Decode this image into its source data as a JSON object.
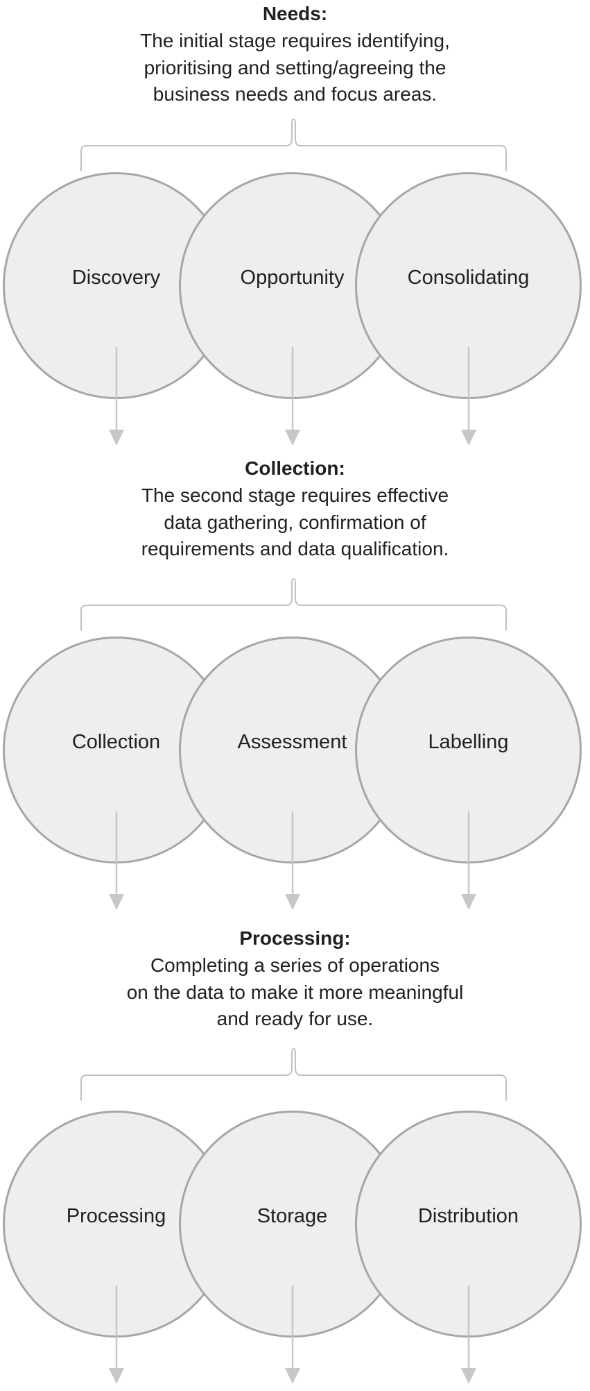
{
  "figure": {
    "type": "process-stage-diagram",
    "stages": [
      {
        "title": "Needs:",
        "description_lines": [
          "The initial stage requires identifying,",
          "prioritising and setting/agreeing the",
          "business needs and focus areas."
        ],
        "circles": [
          "Discovery",
          "Opportunity",
          "Consolidating"
        ]
      },
      {
        "title": "Collection:",
        "description_lines": [
          "The second stage requires effective",
          "data gathering, confirmation of",
          "requirements and data qualification."
        ],
        "circles": [
          "Collection",
          "Assessment",
          "Labelling"
        ]
      },
      {
        "title": "Processing:",
        "description_lines": [
          "Completing a series of operations",
          "on the data to make it more meaningful",
          "and ready for use."
        ],
        "circles": [
          "Processing",
          "Storage",
          "Distribution"
        ]
      }
    ]
  },
  "colors": {
    "background": "#ffffff",
    "text": "#202020",
    "circle_fill": "#eeeeee",
    "circle_border": "#a6a6a6",
    "connector": "#c1c1c1",
    "arrow": "#c7c7c7"
  }
}
